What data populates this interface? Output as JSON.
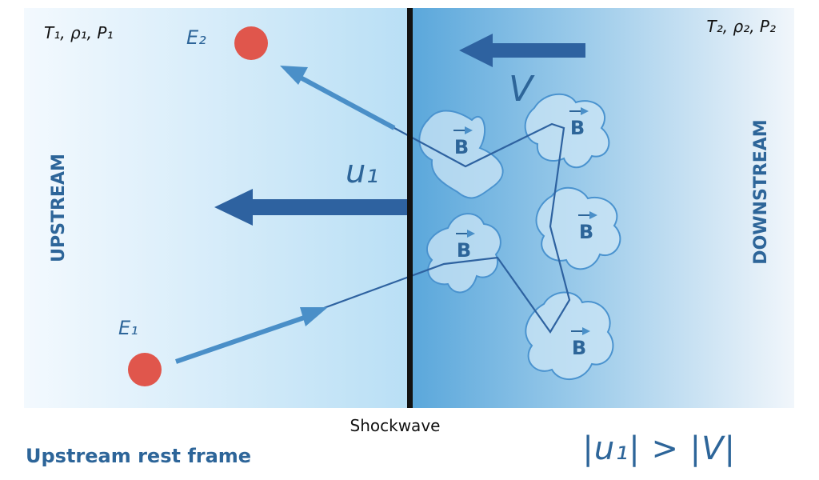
{
  "labels": {
    "upstream_state": "T₁, ρ₁, P₁",
    "downstream_state": "T₂, ρ₂, P₂",
    "e2": "E₂",
    "e1": "E₁",
    "u1": "u₁",
    "v": "V",
    "upstream_side": "UPSTREAM",
    "downstream_side": "DOWNSTREAM",
    "shockwave": "Shockwave",
    "frame": "Upstream rest frame",
    "relation": "|u₁| > |V|",
    "b_field": "B"
  },
  "colors": {
    "upstream_light": "#f3f9fe",
    "upstream_mid": "#b9dff5",
    "downstream_dark": "#5aa7db",
    "downstream_light": "#f1f6fb",
    "arrow": "#2e62a0",
    "particle_path": "#4a8fc8",
    "particle": "#e0564c",
    "shock": "#121212",
    "cloud_fill": "#cce6f6",
    "cloud_stroke": "#4a93cf",
    "text_blue": "#2d6599"
  },
  "icons": [
    "particle-dot",
    "magnetic-cloud",
    "velocity-arrow",
    "shock-line"
  ]
}
